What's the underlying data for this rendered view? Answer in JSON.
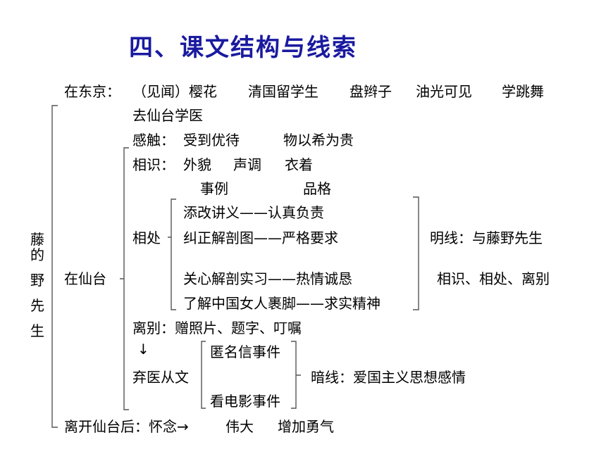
{
  "title": "四、课文结构与线索",
  "root": [
    "藤",
    "的",
    "野",
    "先",
    "生"
  ],
  "top_line": {
    "label": "在东京：",
    "items": [
      "（见闻）樱花",
      "清国留学生",
      "盘辫子",
      "油光可见",
      "学跳舞"
    ]
  },
  "go_sendai": "去仙台学医",
  "feelings": {
    "label": "感触：",
    "items": [
      "受到优待",
      "物以希为贵"
    ]
  },
  "in_sendai": "在仙台",
  "acquaint": {
    "label": "相识：",
    "items": [
      "外貌",
      "声调",
      "衣着"
    ]
  },
  "headers": {
    "event": "事例",
    "quality": "品格"
  },
  "together": {
    "label": "相处",
    "examples": [
      {
        "event": "添改讲义",
        "quality": "认真负责"
      },
      {
        "event": "纠正解剖图",
        "quality": "严格要求"
      },
      {
        "event": "关心解剖实习",
        "quality": "热情诚恳"
      },
      {
        "event": "了解中国女人裹脚",
        "quality": "求实精神"
      }
    ],
    "dash": "——"
  },
  "main_thread": {
    "line1": "明线：与藤野先生",
    "line2": "相识、相处、离别"
  },
  "farewell": {
    "label": "离别：",
    "items": "赠照片、题字、叮嘱"
  },
  "down_arrow": "↓",
  "switch": {
    "label": "弃医从文",
    "events": [
      "匿名信事件",
      "看电影事件"
    ]
  },
  "hidden_thread": "暗线：爱国主义思想感情",
  "after": {
    "text": "离开仙台后：怀念",
    "arrow": "→",
    "items": [
      "伟大",
      "增加勇气"
    ]
  }
}
